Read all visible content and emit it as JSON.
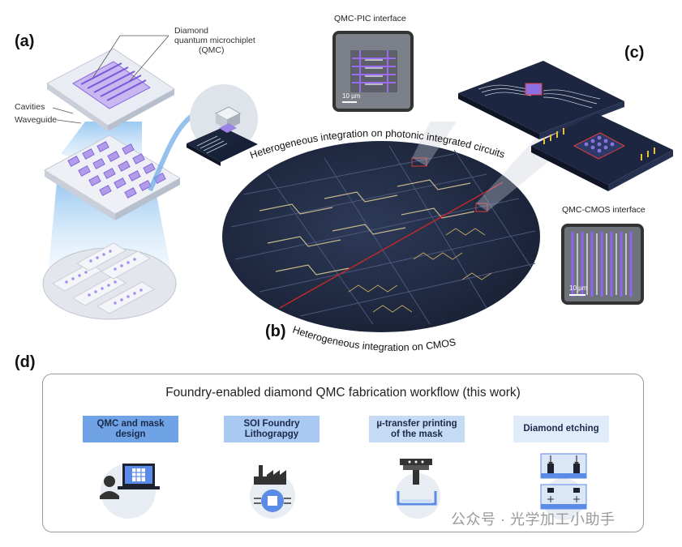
{
  "panels": {
    "a": "(a)",
    "b": "(b)",
    "c": "(c)",
    "d": "(d)"
  },
  "panel_a": {
    "label_qmc_line1": "Diamond",
    "label_qmc_line2": "quantum microchiplet",
    "label_qmc_line3": "(QMC)",
    "label_cavities": "Cavities",
    "label_waveguide": "Waveguide"
  },
  "panel_b": {
    "arc_top": "Heterogeneous integration on photonic integrated circuits",
    "arc_bottom": "Heterogeneous integration on CMOS"
  },
  "panel_c": {
    "pic_interface": "QMC-PIC interface",
    "pic_scale": "10 µm",
    "cmos_interface": "QMC-CMOS interface",
    "cmos_scale": "10 µm"
  },
  "workflow": {
    "title": "Foundry-enabled diamond QMC fabrication workflow (this work)",
    "steps": [
      {
        "line1": "QMC and mask",
        "line2": "design",
        "color": "#6fa3e6",
        "icon": "designer-laptop-icon"
      },
      {
        "line1": "SOI Foundry",
        "line2": "Lithograpgy",
        "color": "#a9c8f2",
        "icon": "factory-chip-icon"
      },
      {
        "line1": "µ-transfer printing",
        "line2": "of the mask",
        "color": "#c5daf5",
        "icon": "transfer-stamp-icon"
      },
      {
        "line1": "Diamond etching",
        "line2": "",
        "color": "#e1ecfa",
        "icon": "etching-chamber-icon"
      }
    ]
  },
  "watermark": "公众号 · 光学加工小助手"
}
